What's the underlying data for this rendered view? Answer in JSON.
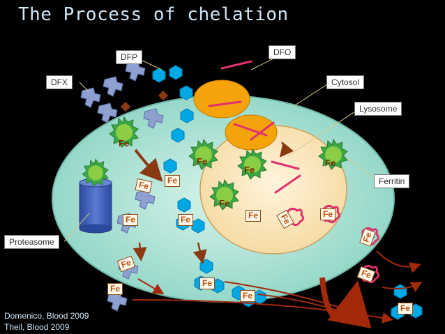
{
  "title": "The Process of chelation",
  "labels": {
    "dfp": "DFP",
    "dfo": "DFO",
    "dfx": "DFX",
    "cytosol": "Cytosol",
    "lysosome": "Lysosome",
    "ferritin": "Ferritin",
    "proteasome": "Proteasome"
  },
  "iron_symbol": "Fe",
  "citations": [
    "Domenico, Blood 2009",
    "Theil, Blood 2009"
  ],
  "colors": {
    "background": "#000000",
    "cytosol_fill": "#a8e0d2",
    "lysosome_fill": "#fbe8bf",
    "dfp_hexagon": "#00a6e0",
    "dfo_line": "#e0306e",
    "dfx_shape": "#8ea0d0",
    "ferritin_green": "#3cb33c",
    "arrow_brown": "#8a3a10",
    "title_text": "#cfe6f6"
  }
}
